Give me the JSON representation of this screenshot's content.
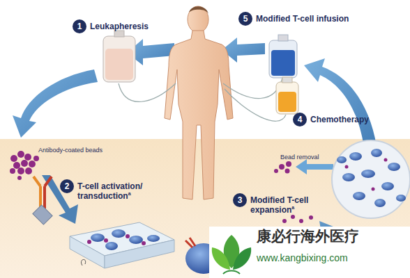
{
  "diagram": {
    "nodes": [
      {
        "text": [
          "1",
          "Leukapheresis"
        ]
      },
      {
        "text": [
          "2",
          "T-cell activation/ transduction",
          "a"
        ]
      },
      {
        "text": [
          "3",
          "Modified T-cell expansion",
          "a"
        ]
      },
      {
        "text": [
          "4",
          "Chemotherapy"
        ]
      },
      {
        "text": [
          "5",
          "Modified T-cell infusion"
        ]
      }
    ],
    "labels": [
      "Antibody-coated beads",
      "Bead removal",
      "康必行海外医疗",
      "www.kangbixing.com"
    ]
  }
}
